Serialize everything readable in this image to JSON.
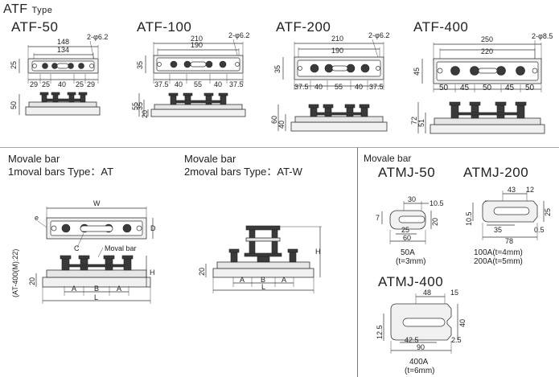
{
  "header": {
    "brand": "ATF",
    "suffix": "Type"
  },
  "models": [
    {
      "name": "ATF-50",
      "overall": "148",
      "pitch": "134",
      "hole": "2-φ6.2",
      "height": "25",
      "segments": [
        "29",
        "25",
        "40",
        "25",
        "29"
      ],
      "side_h": "50"
    },
    {
      "name": "ATF-100",
      "overall": "210",
      "pitch": "190",
      "hole": "2-φ6.2",
      "height": "35",
      "segments": [
        "37.5",
        "40",
        "55",
        "40",
        "37.5"
      ],
      "side_h1": "55",
      "side_h2": "35",
      "side_h3": "20"
    },
    {
      "name": "ATF-200",
      "overall": "210",
      "pitch": "190",
      "hole": "2-φ6.2",
      "height": "35",
      "segments": [
        "37.5",
        "40",
        "55",
        "40",
        "37.5"
      ],
      "side_h1": "60",
      "side_h2": "40"
    },
    {
      "name": "ATF-400",
      "overall": "250",
      "pitch": "220",
      "hole": "2-φ8.5",
      "height": "45",
      "segments": [
        "50",
        "45",
        "50",
        "45",
        "50"
      ],
      "side_h1": "72",
      "side_h2": "51"
    }
  ],
  "movable_at": {
    "title": "Movale bar",
    "subtitle": "1moval bars Type：AT",
    "w": "W",
    "e": "e",
    "d": "D",
    "c": "C",
    "bar": "Moval bar",
    "h": "H",
    "side_note": "(AT-400(M):22)",
    "base": "20",
    "a": "A",
    "b": "B",
    "l": "L"
  },
  "movable_atw": {
    "title": "Movale bar",
    "subtitle": "2moval bars Type：AT-W",
    "h": "H",
    "base": "20",
    "a": "A",
    "b": "B",
    "l": "L"
  },
  "atmj_panel": {
    "title": "Movale bar"
  },
  "atmj50": {
    "name": "ATMJ-50",
    "d_top": "30",
    "d_right": "10.5",
    "d_left": "7",
    "d_mid": "25",
    "d_h": "20",
    "d_bot": "60",
    "cap1": "50A",
    "cap2": "(t=3mm)"
  },
  "atmj200": {
    "name": "ATMJ-200",
    "d_top": "43",
    "d_tr": "12",
    "d_left": "10.5",
    "d_h": "25",
    "d_mid": "35",
    "d_sm": "0.5",
    "d_bot": "78",
    "cap1": "100A(t=4mm)",
    "cap2": "200A(t=5mm)"
  },
  "atmj400": {
    "name": "ATMJ-400",
    "d_top": "48",
    "d_tr": "15",
    "d_left": "12.5",
    "d_h": "40",
    "d_mid": "42.5",
    "d_sm": "2.5",
    "d_bot": "90",
    "cap1": "400A",
    "cap2": "(t=6mm)"
  }
}
